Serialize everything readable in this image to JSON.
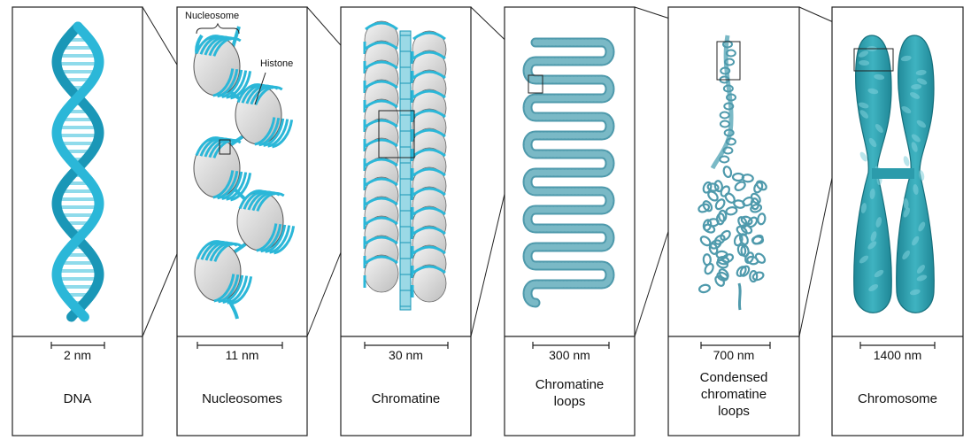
{
  "colors": {
    "dna": "#2bb7d8",
    "dna_dark": "#1a97b7",
    "histone": "#d9d9d9",
    "loop_fill": "#7ab9c6",
    "chromosome": "#2b9bab",
    "frame": "#222222"
  },
  "panels": [
    {
      "name_lines": [
        "DNA"
      ],
      "scale": "2 nm",
      "icon": "dna-double-helix"
    },
    {
      "name_lines": [
        "Nucleosomes"
      ],
      "scale": "11 nm",
      "icon": "nucleosome-beads"
    },
    {
      "name_lines": [
        "Chromatine"
      ],
      "scale": "30 nm",
      "icon": "chromatin-fiber"
    },
    {
      "name_lines": [
        "Chromatine",
        "loops"
      ],
      "scale": "300 nm",
      "icon": "chromatin-loop"
    },
    {
      "name_lines": [
        "Condensed",
        "chromatine",
        "loops"
      ],
      "scale": "700 nm",
      "icon": "condensed-loops"
    },
    {
      "name_lines": [
        "Chromosome"
      ],
      "scale": "1400 nm",
      "icon": "chromosome"
    }
  ],
  "labels": {
    "nucleosome": "Nucleosome",
    "histone": "Histone"
  }
}
